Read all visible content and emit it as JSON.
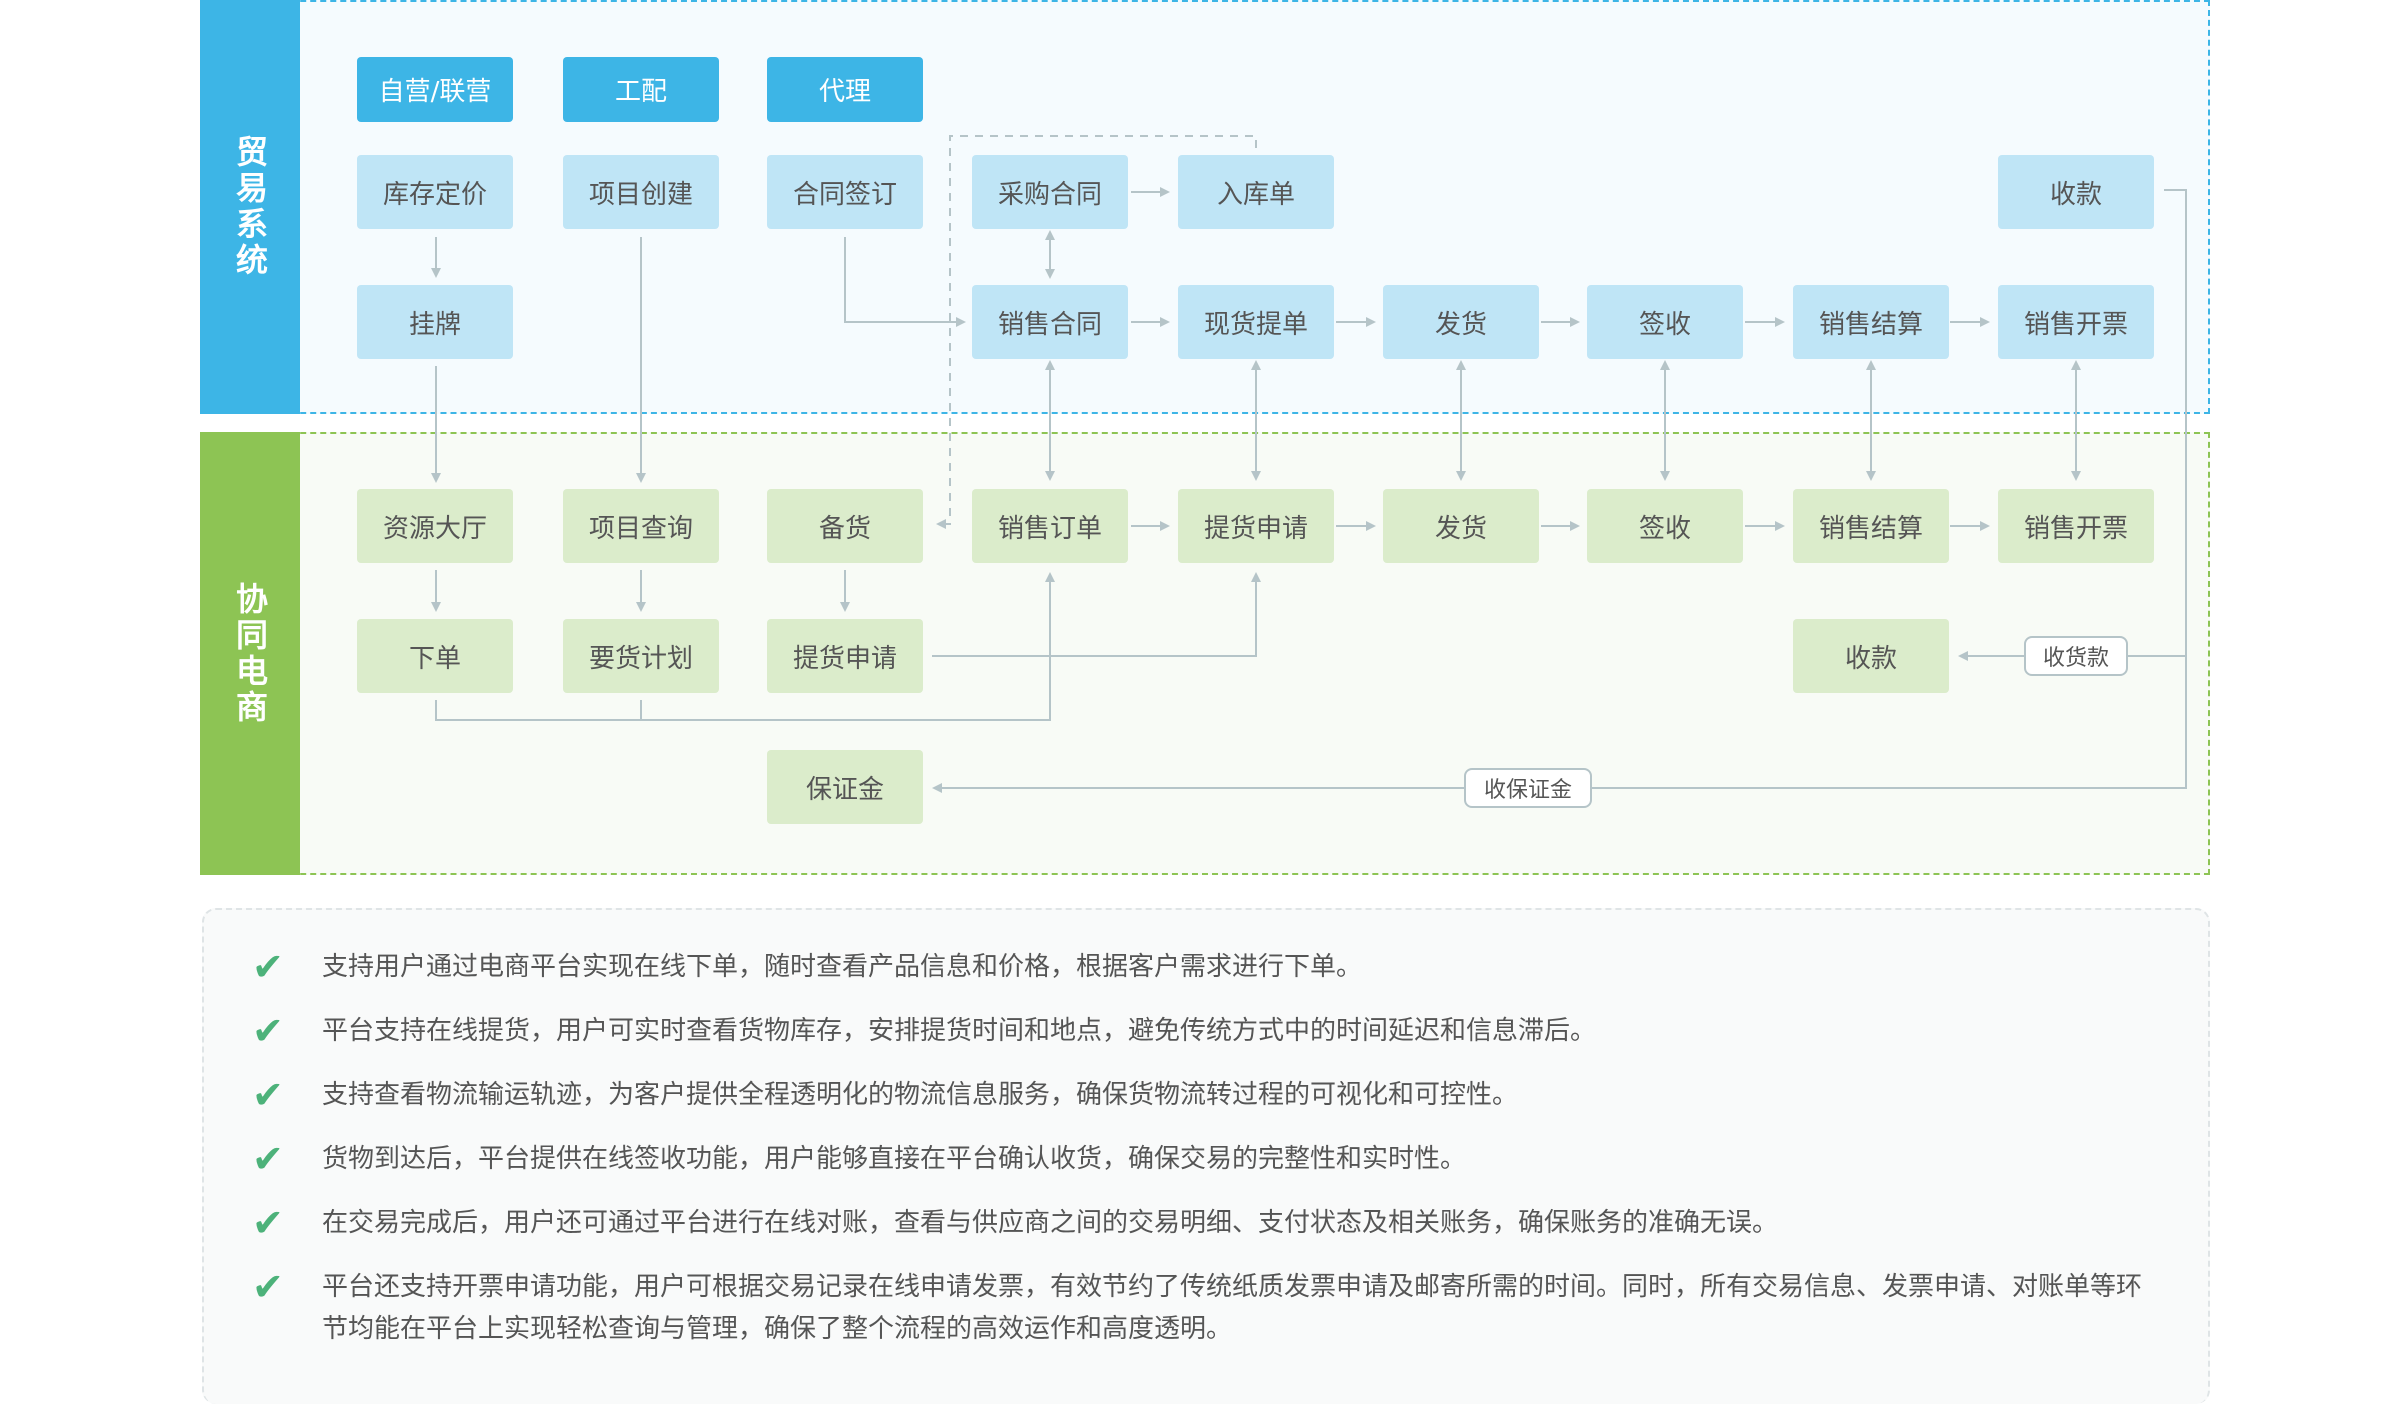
{
  "diagram": {
    "lanes": {
      "trade_system": "贸易系统",
      "collab_ecommerce": "协同电商"
    },
    "headers": [
      "自营/联营",
      "工配",
      "代理"
    ],
    "trade_nodes": {
      "inventory_pricing": "库存定价",
      "project_create": "项目创建",
      "contract_sign": "合同签订",
      "purchase_contract": "采购合同",
      "stock_in": "入库单",
      "receive_payment": "收款",
      "listing": "挂牌",
      "sales_contract": "销售合同",
      "spot_bill": "现货提单",
      "ship": "发货",
      "sign_receipt": "签收",
      "sales_settlement": "销售结算",
      "sales_invoice": "销售开票"
    },
    "ecom_nodes": {
      "resource_hall": "资源大厅",
      "project_query": "项目查询",
      "stocking": "备货",
      "sales_order": "销售订单",
      "pickup_request": "提货申请",
      "ship": "发货",
      "sign_receipt": "签收",
      "sales_settlement": "销售结算",
      "sales_invoice": "销售开票",
      "place_order": "下单",
      "demand_plan": "要货计划",
      "pickup_request_2": "提货申请",
      "receive_payment": "收款",
      "deposit": "保证金"
    },
    "edge_labels": {
      "receive_goods_payment": "收货款",
      "receive_deposit": "收保证金"
    },
    "colors": {
      "trade_accent": "#3db5e6",
      "trade_node": "#bfe5f6",
      "ecom_accent": "#8dc454",
      "ecom_node": "#dbeccb",
      "connector": "#b5c4c8",
      "check": "#4db27a"
    }
  },
  "features": [
    "支持用户通过电商平台实现在线下单，随时查看产品信息和价格，根据客户需求进行下单。",
    "平台支持在线提货，用户可实时查看货物库存，安排提货时间和地点，避免传统方式中的时间延迟和信息滞后。",
    "支持查看物流输运轨迹，为客户提供全程透明化的物流信息服务，确保货物流转过程的可视化和可控性。",
    "货物到达后，平台提供在线签收功能，用户能够直接在平台确认收货，确保交易的完整性和实时性。",
    "在交易完成后，用户还可通过平台进行在线对账，查看与供应商之间的交易明细、支付状态及相关账务，确保账务的准确无误。",
    "平台还支持开票申请功能，用户可根据交易记录在线申请发票，有效节约了传统纸质发票申请及邮寄所需的时间。同时，所有交易信息、发票申请、对账单等环节均能在平台上实现轻松查询与管理，确保了整个流程的高效运作和高度透明。"
  ]
}
